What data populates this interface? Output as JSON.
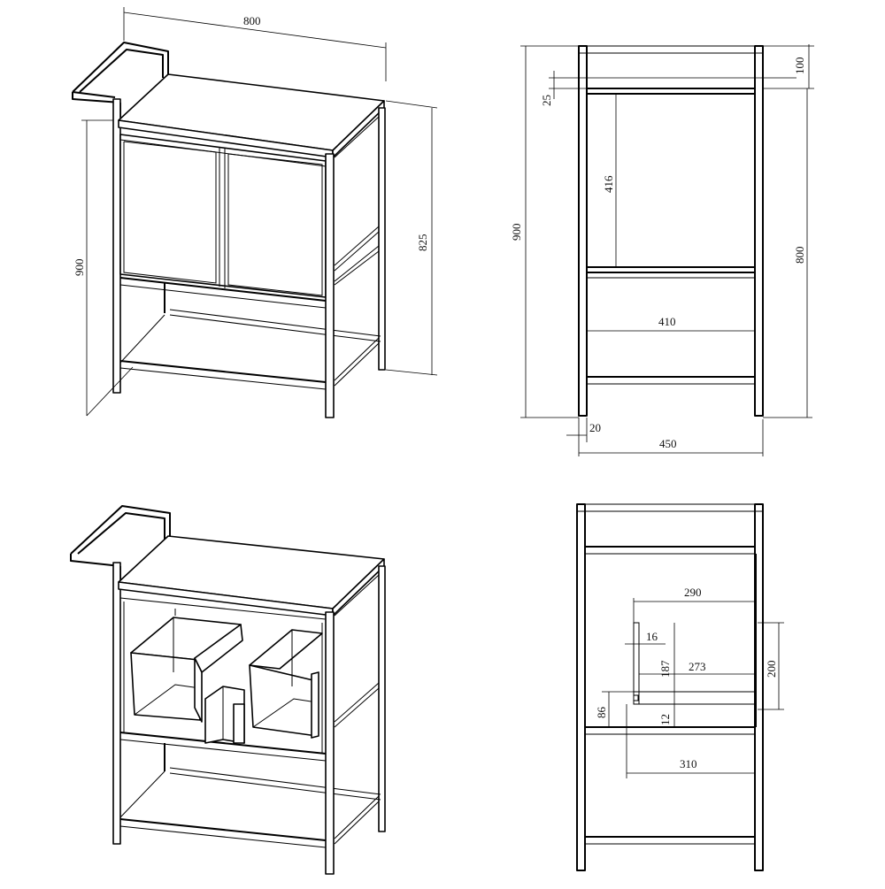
{
  "views": {
    "iso_closed": {
      "dim_width": "800",
      "dim_height_total": "900",
      "dim_height_body": "825"
    },
    "side_view": {
      "dim_total_height": "900",
      "dim_top_rail": "100",
      "dim_top_gap": "25",
      "dim_door_height": "416",
      "dim_body_height": "800",
      "dim_inner_width": "410",
      "dim_leg": "20",
      "dim_depth": "450"
    },
    "iso_open": {},
    "section_view": {
      "dim_drawer_depth": "290",
      "dim_panel": "16",
      "dim_drawer_height": "187",
      "dim_drawer_inner": "273",
      "dim_front_height": "200",
      "dim_lower": "86",
      "dim_bottom": "12",
      "dim_base_depth": "310"
    }
  },
  "colors": {
    "line": "#000000",
    "background": "#ffffff"
  }
}
